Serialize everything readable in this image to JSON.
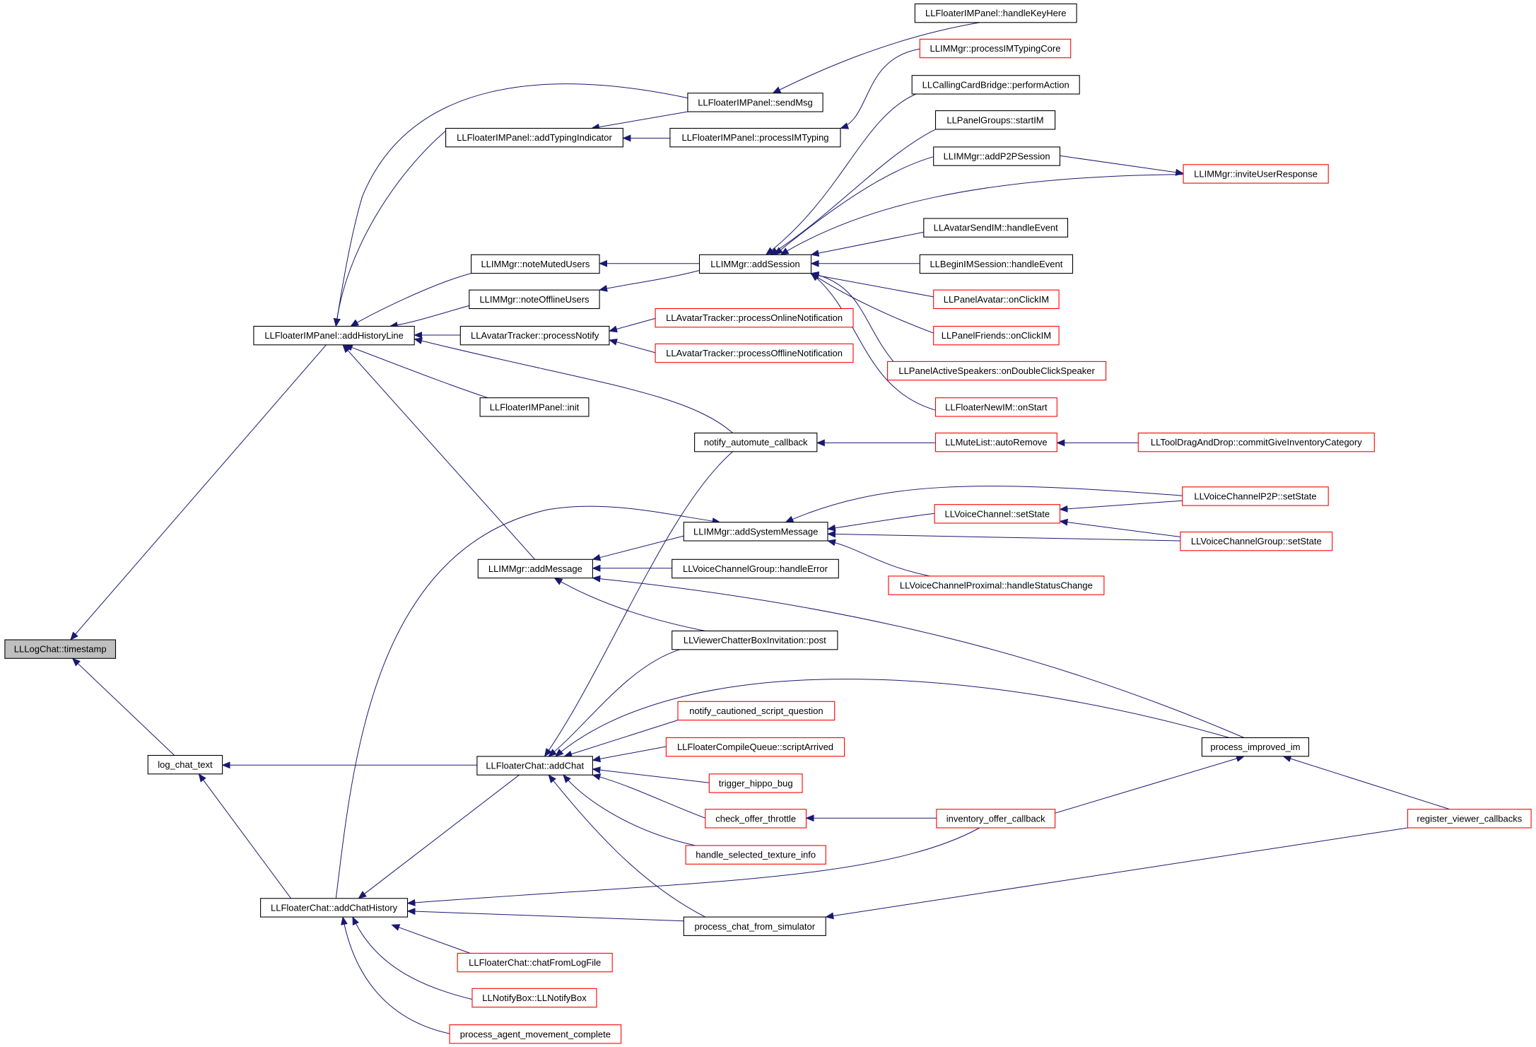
{
  "colors": {
    "edge": "#191970",
    "focus_fill": "#bfbfbf",
    "normal_border": "#000000",
    "truncated_border": "#ff0000",
    "background": "#ffffff"
  },
  "nodes": [
    {
      "id": "timestamp",
      "label": "LLLogChat::timestamp",
      "style": "focus"
    },
    {
      "id": "addHistoryLine",
      "label": "LLFloaterIMPanel::addHistoryLine",
      "style": "normal"
    },
    {
      "id": "log_chat_text",
      "label": "log_chat_text",
      "style": "normal"
    },
    {
      "id": "addTypingIndicator",
      "label": "LLFloaterIMPanel::addTypingIndicator",
      "style": "normal"
    },
    {
      "id": "sendMsg",
      "label": "LLFloaterIMPanel::sendMsg",
      "style": "normal"
    },
    {
      "id": "processIMTyping",
      "label": "LLFloaterIMPanel::processIMTyping",
      "style": "normal"
    },
    {
      "id": "handleKeyHere",
      "label": "LLFloaterIMPanel::handleKeyHere",
      "style": "normal"
    },
    {
      "id": "processIMTypingCore",
      "label": "LLIMMgr::processIMTypingCore",
      "style": "truncated"
    },
    {
      "id": "noteMutedUsers",
      "label": "LLIMMgr::noteMutedUsers",
      "style": "normal"
    },
    {
      "id": "noteOfflineUsers",
      "label": "LLIMMgr::noteOfflineUsers",
      "style": "normal"
    },
    {
      "id": "addSession",
      "label": "LLIMMgr::addSession",
      "style": "normal"
    },
    {
      "id": "performAction",
      "label": "LLCallingCardBridge::performAction",
      "style": "normal"
    },
    {
      "id": "startIM",
      "label": "LLPanelGroups::startIM",
      "style": "normal"
    },
    {
      "id": "addP2PSession",
      "label": "LLIMMgr::addP2PSession",
      "style": "normal"
    },
    {
      "id": "inviteUserResponse",
      "label": "LLIMMgr::inviteUserResponse",
      "style": "truncated"
    },
    {
      "id": "avatarSendIM",
      "label": "LLAvatarSendIM::handleEvent",
      "style": "normal"
    },
    {
      "id": "beginIMSession",
      "label": "LLBeginIMSession::handleEvent",
      "style": "normal"
    },
    {
      "id": "panelAvatarOnClickIM",
      "label": "LLPanelAvatar::onClickIM",
      "style": "truncated"
    },
    {
      "id": "panelFriendsOnClickIM",
      "label": "LLPanelFriends::onClickIM",
      "style": "truncated"
    },
    {
      "id": "activeSpeakers",
      "label": "LLPanelActiveSpeakers::onDoubleClickSpeaker",
      "style": "truncated"
    },
    {
      "id": "floaterNewIM",
      "label": "LLFloaterNewIM::onStart",
      "style": "truncated"
    },
    {
      "id": "processNotify",
      "label": "LLAvatarTracker::processNotify",
      "style": "normal"
    },
    {
      "id": "onlineNotification",
      "label": "LLAvatarTracker::processOnlineNotification",
      "style": "truncated"
    },
    {
      "id": "offlineNotification",
      "label": "LLAvatarTracker::processOfflineNotification",
      "style": "truncated"
    },
    {
      "id": "imPanelInit",
      "label": "LLFloaterIMPanel::init",
      "style": "normal"
    },
    {
      "id": "notifyAutomute",
      "label": "notify_automute_callback",
      "style": "normal"
    },
    {
      "id": "muteAutoRemove",
      "label": "LLMuteList::autoRemove",
      "style": "truncated"
    },
    {
      "id": "commitGiveInventory",
      "label": "LLToolDragAndDrop::commitGiveInventoryCategory",
      "style": "truncated"
    },
    {
      "id": "addMessage",
      "label": "LLIMMgr::addMessage",
      "style": "normal"
    },
    {
      "id": "addSystemMessage",
      "label": "LLIMMgr::addSystemMessage",
      "style": "normal"
    },
    {
      "id": "voiceGroupHandleError",
      "label": "LLVoiceChannelGroup::handleError",
      "style": "normal"
    },
    {
      "id": "voiceSetState",
      "label": "LLVoiceChannel::setState",
      "style": "truncated"
    },
    {
      "id": "voiceP2PSetState",
      "label": "LLVoiceChannelP2P::setState",
      "style": "truncated"
    },
    {
      "id": "voiceGroupSetState",
      "label": "LLVoiceChannelGroup::setState",
      "style": "truncated"
    },
    {
      "id": "voiceProximal",
      "label": "LLVoiceChannelProximal::handleStatusChange",
      "style": "truncated"
    },
    {
      "id": "chatterBoxPost",
      "label": "LLViewerChatterBoxInvitation::post",
      "style": "normal"
    },
    {
      "id": "addChat",
      "label": "LLFloaterChat::addChat",
      "style": "normal"
    },
    {
      "id": "notifyCautioned",
      "label": "notify_cautioned_script_question",
      "style": "truncated"
    },
    {
      "id": "scriptArrived",
      "label": "LLFloaterCompileQueue::scriptArrived",
      "style": "truncated"
    },
    {
      "id": "triggerHippo",
      "label": "trigger_hippo_bug",
      "style": "truncated"
    },
    {
      "id": "checkOfferThrottle",
      "label": "check_offer_throttle",
      "style": "truncated"
    },
    {
      "id": "handleSelectedTexture",
      "label": "handle_selected_texture_info",
      "style": "truncated"
    },
    {
      "id": "inventoryOfferCallback",
      "label": "inventory_offer_callback",
      "style": "truncated"
    },
    {
      "id": "processImprovedIM",
      "label": "process_improved_im",
      "style": "normal"
    },
    {
      "id": "registerViewerCallbacks",
      "label": "register_viewer_callbacks",
      "style": "truncated"
    },
    {
      "id": "addChatHistory",
      "label": "LLFloaterChat::addChatHistory",
      "style": "normal"
    },
    {
      "id": "processChatFromSim",
      "label": "process_chat_from_simulator",
      "style": "normal"
    },
    {
      "id": "chatFromLogFile",
      "label": "LLFloaterChat::chatFromLogFile",
      "style": "truncated"
    },
    {
      "id": "notifyBox",
      "label": "LLNotifyBox::LLNotifyBox",
      "style": "truncated"
    },
    {
      "id": "agentMovement",
      "label": "process_agent_movement_complete",
      "style": "truncated"
    }
  ]
}
